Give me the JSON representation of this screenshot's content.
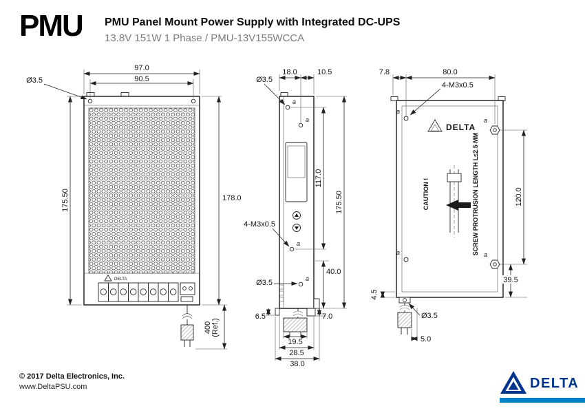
{
  "header": {
    "product_code": "PMU",
    "title": "PMU Panel Mount Power Supply with Integrated DC-UPS",
    "subtitle": "13.8V 151W 1 Phase / PMU-13V155WCCA"
  },
  "colors": {
    "brand_navy": "#00358e",
    "brand_blue": "#0080c6",
    "drawing_line": "#222222",
    "subtitle_gray": "#7b7d80"
  },
  "front_view": {
    "dim_width_outer": "97.0",
    "dim_width_inner": "90.5",
    "hole_dia": "Ø3.5",
    "dim_height_left": "175.50",
    "dim_height_right": "178.0",
    "wire_length": "400",
    "wire_length_ref": "(Ref.)",
    "brand": "DELTA"
  },
  "side_view": {
    "hole_dia_top": "Ø3.5",
    "dim_top_a": "18.0",
    "dim_top_b": "10.5",
    "dim_height_mid": "117.0",
    "dim_height_total": "175.50",
    "dim_height_low": "40.0",
    "screw_note": "4-M3x0.5",
    "hole_dia_bottom": "Ø3.5",
    "dim_bottom_left": "6.5",
    "dim_bottom_right": "7.0",
    "dim_depth_a": "19.5",
    "dim_depth_b": "28.5",
    "dim_depth_total": "38.0",
    "hole_label": "a"
  },
  "back_view": {
    "dim_top_a": "7.8",
    "dim_top_b": "80.0",
    "screw_note": "4-M3x0.5",
    "dim_height_mid": "120.0",
    "dim_height_low": "39.5",
    "dim_bottom_left": "4.5",
    "hole_dia": "Ø3.5",
    "dim_plug": "5.0",
    "caution_note": "CAUTION !",
    "protrusion_note": "SCREW PROTRUSION LENGTH  L≤2.5 MM",
    "brand": "DELTA",
    "hole_label": "a"
  },
  "footer": {
    "copyright": "© 2017 Delta Electronics, Inc.",
    "website": "www.DeltaPSU.com",
    "brand": "DELTA"
  }
}
